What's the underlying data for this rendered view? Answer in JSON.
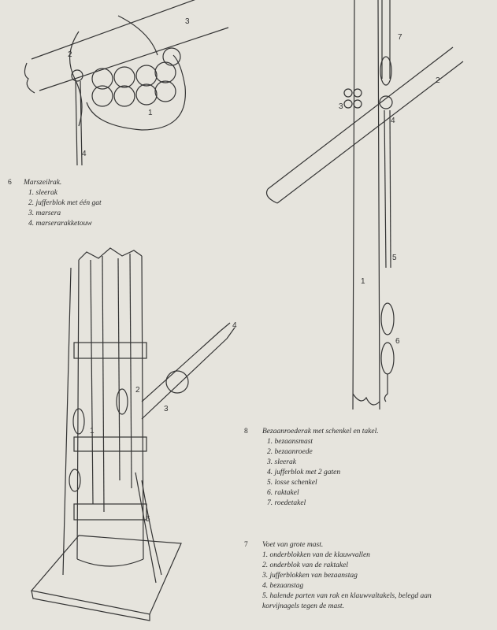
{
  "fig6": {
    "number": "6",
    "title": "Marszeilrak.",
    "items": [
      "1. sleerak",
      "2. jufferblok met één gat",
      "3. marsera",
      "4. marserarakketouw"
    ],
    "callouts": [
      "1",
      "2",
      "3",
      "4"
    ]
  },
  "fig8": {
    "number": "8",
    "title": "Bezaanroederak met schenkel en takel.",
    "items": [
      "1. bezaansmast",
      "2. bezaanroede",
      "3. sleerak",
      "4. jufferblok met 2 gaten",
      "5. losse schenkel",
      "6. raktakel",
      "7. roedetakel"
    ],
    "callouts": [
      "1",
      "2",
      "3",
      "4",
      "5",
      "6",
      "7"
    ]
  },
  "fig7": {
    "number": "7",
    "title": "Voet van grote mast.",
    "items": [
      "1. onderblokken van de klauwvallen",
      "2. onderblok van de raktakel",
      "3. jufferblokken van bezaanstag",
      "4. bezaanstag",
      "5. halende parten van rak en klauwvaltakels, belegd aan",
      "korvijnagels tegen de mast."
    ],
    "callouts": [
      "1",
      "2",
      "3",
      "4",
      "5"
    ]
  }
}
